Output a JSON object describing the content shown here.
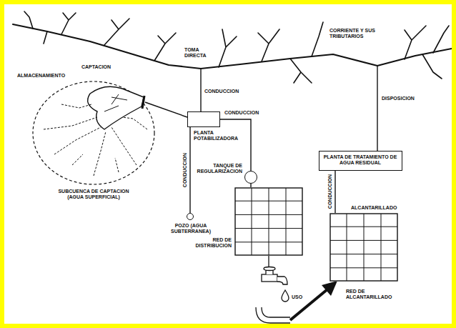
{
  "diagram": {
    "nodes": [
      {
        "text": [
          "PLANTA POTABILIZADORA"
        ]
      },
      {
        "text": [
          "TANQUE DE REGULARIZACION"
        ]
      },
      {
        "text": [
          "POZO (AGUA SUBTERRANEA)"
        ]
      },
      {
        "text": [
          "RED DE DISTRIBUCION"
        ]
      },
      {
        "text": [
          "PLANTA DE TRATAMIENTO DE AGUA RESIDUAL"
        ]
      },
      {
        "text": [
          "ALCANTARILLADO"
        ]
      }
    ],
    "edges": [
      {
        "from": 2,
        "to": 0,
        "label": "CONDUCCION",
        "arrow": "none"
      },
      {
        "from": 0,
        "to": 1,
        "arrow": "none"
      },
      {
        "from": 1,
        "to": 3,
        "arrow": "none"
      },
      {
        "from": 5,
        "to": 4,
        "label": "CONDUCCION",
        "arrow": "none"
      }
    ],
    "labels": [
      "TOMA DIRECTA",
      "CORRIENTE Y SUS TRIBUTARIOS",
      "ALMACENAMIENTO",
      "CAPTACION",
      "CONDUCCION",
      "CONDUCCION",
      "DISPOSICION",
      "SUBCUENCA DE CAPTACION (AGUA SUPERFICIAL)",
      "USO",
      "RED DE ALCANTARILLADO"
    ]
  }
}
